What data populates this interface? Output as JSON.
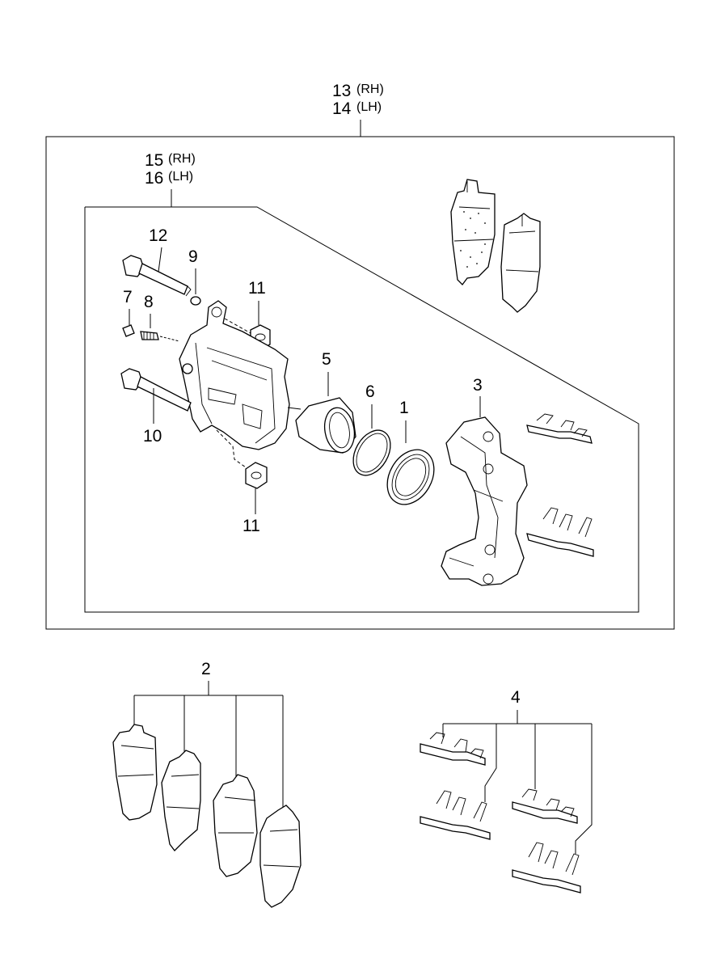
{
  "callouts": {
    "assembly_front_main": {
      "number": "13",
      "suffix": "(RH)"
    },
    "assembly_front_alt": {
      "number": "14",
      "suffix": "(LH)"
    },
    "caliper_main": {
      "number": "15",
      "suffix": "(RH)"
    },
    "caliper_alt": {
      "number": "16",
      "suffix": "(LH)"
    },
    "guide_bolt_upper": "12",
    "bleeder_cap": "7",
    "bleeder_screw": "8",
    "bushing_small": "9",
    "boot_upper": "11",
    "boot_lower": "11",
    "guide_bolt_lower": "10",
    "piston": "5",
    "piston_seal": "6",
    "dust_boot": "1",
    "carrier": "3",
    "pad_set": "2",
    "clip_set": "4"
  }
}
